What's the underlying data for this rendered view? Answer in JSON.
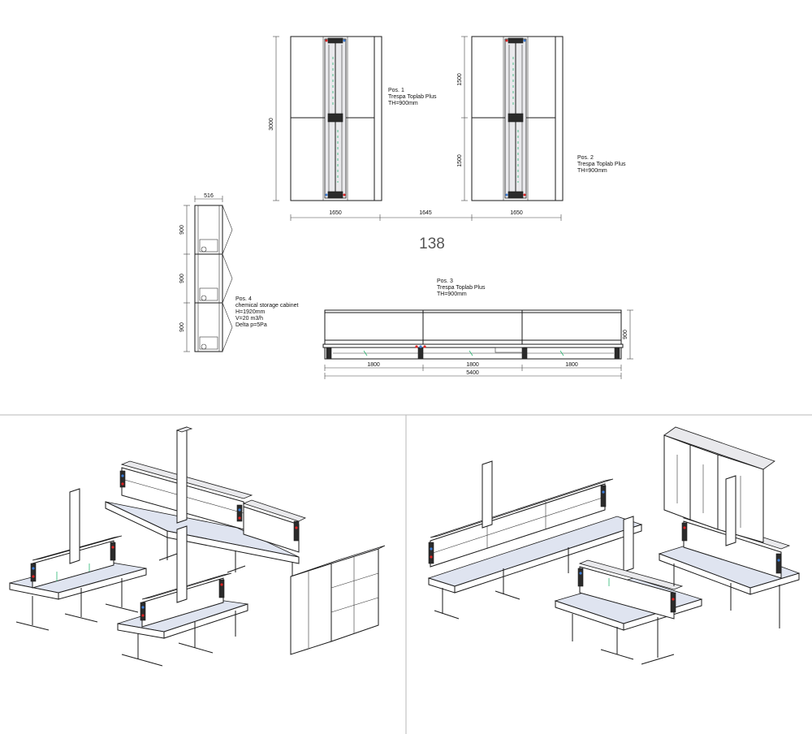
{
  "sheet_number": "138",
  "pos1": {
    "line1": "Pos. 1",
    "line2": "Trespa Toplab Plus",
    "line3": "TH=900mm"
  },
  "pos2": {
    "line1": "Pos. 2",
    "line2": "Trespa Toplab Plus",
    "line3": "TH=900mm"
  },
  "pos3": {
    "line1": "Pos. 3",
    "line2": "Trespa Toplab Plus",
    "line3": "TH=900mm"
  },
  "pos4": {
    "line1": "Pos. 4",
    "line2": "chemical storage cabinet",
    "line3": "H=1920mm",
    "line4": "V=20 m3/h",
    "line5": "Delta p=5Pa"
  },
  "dims": {
    "plan_height": "3000",
    "half_upper": "1500",
    "half_lower": "1500",
    "plan_w_left": "1650",
    "plan_gap": "1645",
    "plan_w_right": "1650",
    "cab_width": "516",
    "cab_h1": "900",
    "cab_h2": "900",
    "cab_h3": "900",
    "bench_height": "900",
    "bench_seg1": "1800",
    "bench_seg2": "1800",
    "bench_seg3": "1800",
    "bench_total": "5400"
  },
  "colors": {
    "line": "#1a1a1a",
    "panel_divider": "#b8b8b8",
    "accent_red": "#d22",
    "accent_blue": "#3a7bd5",
    "accent_green": "#2bb673"
  }
}
